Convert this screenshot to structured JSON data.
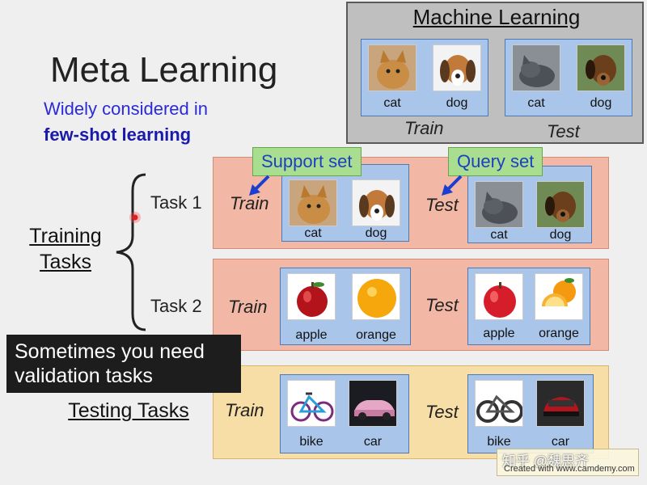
{
  "title": "Meta Learning",
  "subtitle_line1": "Widely considered in",
  "subtitle_line2": "few-shot learning",
  "machine_learning": {
    "title": "Machine Learning",
    "train_label": "Train",
    "test_label": "Test",
    "train_items": [
      "cat",
      "dog"
    ],
    "test_items": [
      "cat",
      "dog"
    ]
  },
  "training_tasks_label_1": "Training",
  "training_tasks_label_2": "Tasks",
  "support_set": "Support set",
  "query_set": "Query set",
  "task1": {
    "label": "Task 1",
    "train_label": "Train",
    "test_label": "Test",
    "train_items": [
      "cat",
      "dog"
    ],
    "test_items": [
      "cat",
      "dog"
    ]
  },
  "task2": {
    "label": "Task 2",
    "train_label": "Train",
    "test_label": "Test",
    "train_items": [
      "apple",
      "orange"
    ],
    "test_items": [
      "apple",
      "orange"
    ]
  },
  "testing_tasks": {
    "label": "Testing Tasks",
    "train_label": "Train",
    "test_label": "Test",
    "train_items": [
      "bike",
      "car"
    ],
    "test_items": [
      "bike",
      "car"
    ]
  },
  "note": "Sometimes you need validation tasks",
  "note_line1": "Sometimes you need",
  "note_line2": "validation tasks",
  "watermark_line1": "知乎 @魏思齐",
  "watermark_line2": "Created with www.camdemy.com",
  "colors": {
    "title_blue": "#2b2bd6",
    "task_bg": "#f2b8a5",
    "testing_bg": "#f7dea6",
    "set_tag_bg": "#a9dd8f",
    "image_panel_bg": "#a9c6ea"
  }
}
